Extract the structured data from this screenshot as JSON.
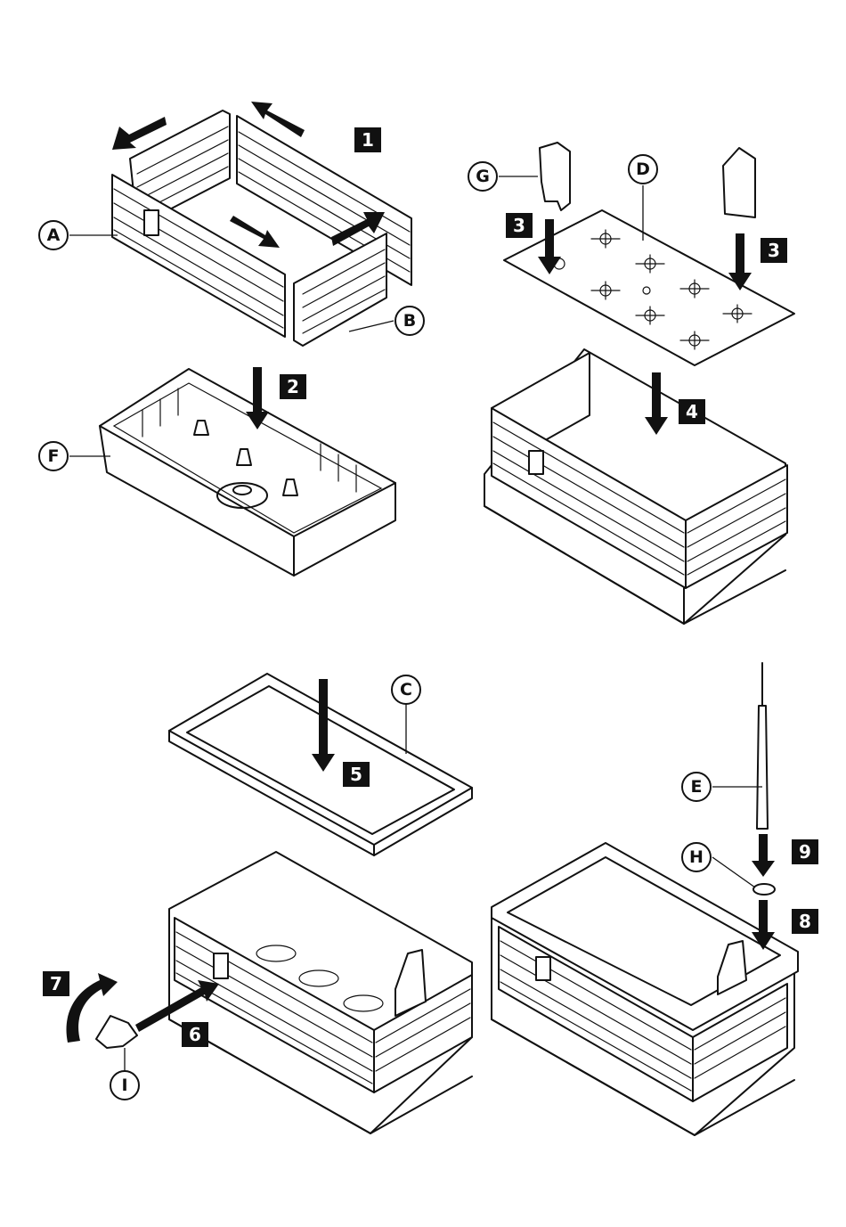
{
  "steps": [
    {
      "number": "1"
    },
    {
      "number": "2"
    },
    {
      "number": "3"
    },
    {
      "number": "3"
    },
    {
      "number": "4"
    },
    {
      "number": "5"
    },
    {
      "number": "6"
    },
    {
      "number": "7"
    },
    {
      "number": "8"
    },
    {
      "number": "9"
    }
  ],
  "parts": [
    {
      "label": "A"
    },
    {
      "label": "B"
    },
    {
      "label": "C"
    },
    {
      "label": "D"
    },
    {
      "label": "E"
    },
    {
      "label": "F"
    },
    {
      "label": "G"
    },
    {
      "label": "H"
    },
    {
      "label": "I"
    }
  ],
  "colors": {
    "ink": "#111111",
    "paper": "#ffffff"
  }
}
